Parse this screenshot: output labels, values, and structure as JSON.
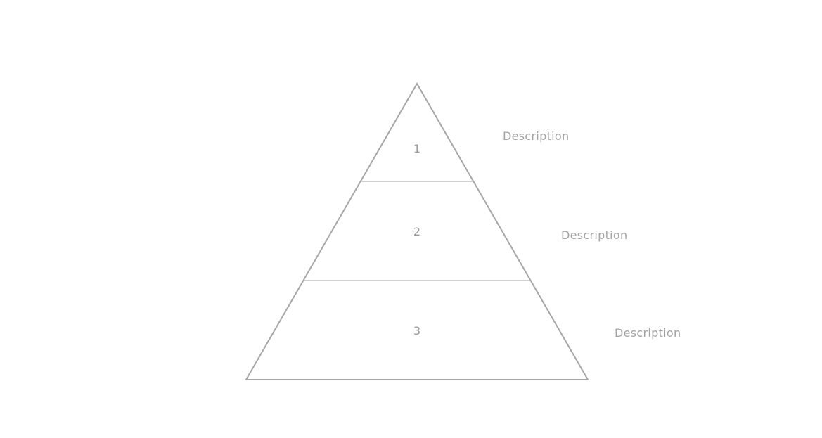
{
  "diagram": {
    "type": "pyramid",
    "levels": [
      {
        "number": "1",
        "description": "Description"
      },
      {
        "number": "2",
        "description": "Description"
      },
      {
        "number": "3",
        "description": "Description"
      }
    ],
    "colors": {
      "outline": "#a6a6a6",
      "divider": "#c2c2c2",
      "number_text": "#9b9b9b",
      "description_text": "#a3a3a3",
      "background": "#ffffff"
    }
  }
}
